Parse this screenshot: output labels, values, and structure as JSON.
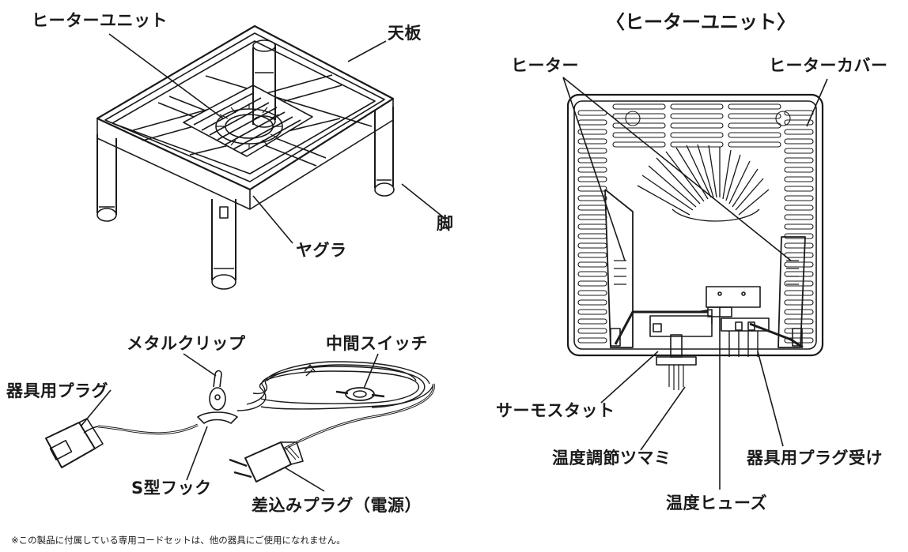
{
  "kotatsu": {
    "heater_unit": "ヒーターユニット",
    "top_board": "天板",
    "leg": "脚",
    "frame": "ヤグラ"
  },
  "cord": {
    "metal_clip": "メタルクリップ",
    "inline_switch": "中間スイッチ",
    "appliance_plug": "器具用プラグ",
    "s_hook": "S型フック",
    "power_plug": "差込みプラグ（電源）"
  },
  "heater_unit_detail": {
    "title": "〈ヒーターユニット〉",
    "heater": "ヒーター",
    "heater_cover": "ヒーターカバー",
    "thermostat": "サーモスタット",
    "temp_knob": "温度調節ツマミ",
    "plug_receptacle": "器具用プラグ受け",
    "temp_fuse": "温度ヒューズ"
  },
  "footnote": "※この製品に付属している専用コードセットは、他の器具にご使用になれません。"
}
